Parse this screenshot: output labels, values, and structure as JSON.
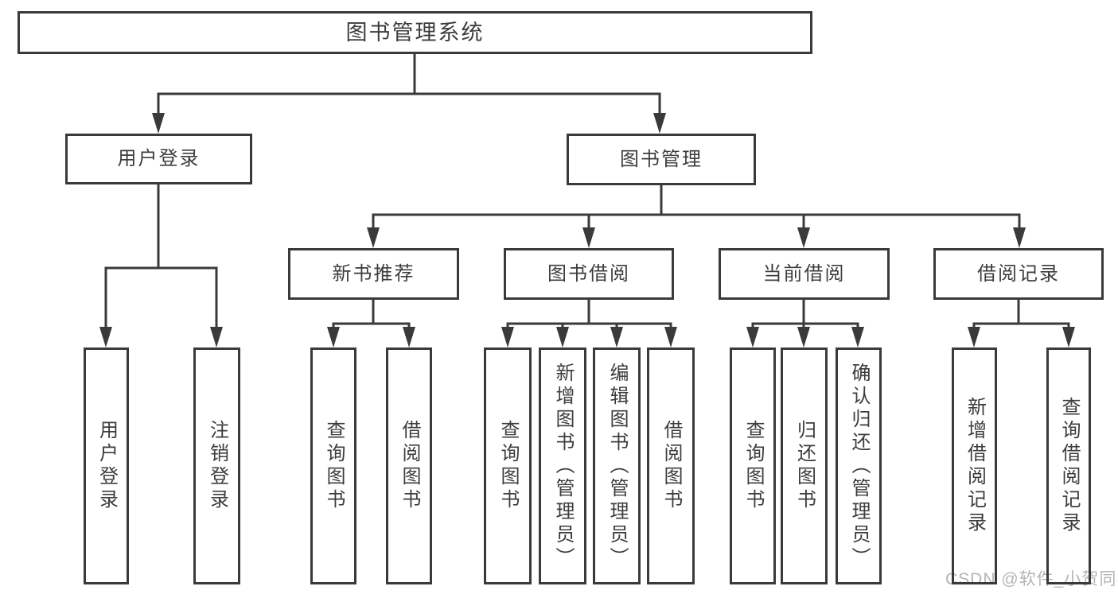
{
  "diagram_title": "图书管理系统",
  "tree": {
    "label": "图书管理系统",
    "children": [
      {
        "label": "用户登录",
        "children": [
          {
            "label": "用户登录"
          },
          {
            "label": "注销登录"
          }
        ]
      },
      {
        "label": "图书管理",
        "children": [
          {
            "label": "新书推荐",
            "children": [
              {
                "label": "查询图书"
              },
              {
                "label": "借阅图书"
              }
            ]
          },
          {
            "label": "图书借阅",
            "children": [
              {
                "label": "查询图书"
              },
              {
                "label": "新增图书（管理员）"
              },
              {
                "label": "编辑图书（管理员）"
              },
              {
                "label": "借阅图书"
              }
            ]
          },
          {
            "label": "当前借阅",
            "children": [
              {
                "label": "查询图书"
              },
              {
                "label": "归还图书"
              },
              {
                "label": "确认归还（管理员）"
              }
            ]
          },
          {
            "label": "借阅记录",
            "children": [
              {
                "label": "新增借阅记录"
              },
              {
                "label": "查询借阅记录"
              }
            ]
          }
        ]
      }
    ]
  },
  "watermark": {
    "text": "CSDN @软件_小贺同学"
  },
  "colors": {
    "line": "#3a3a3a",
    "text": "#3d3d3d",
    "box_background": "#ffffff",
    "watermark": "#b5b5b5",
    "background": "#ffffff"
  }
}
